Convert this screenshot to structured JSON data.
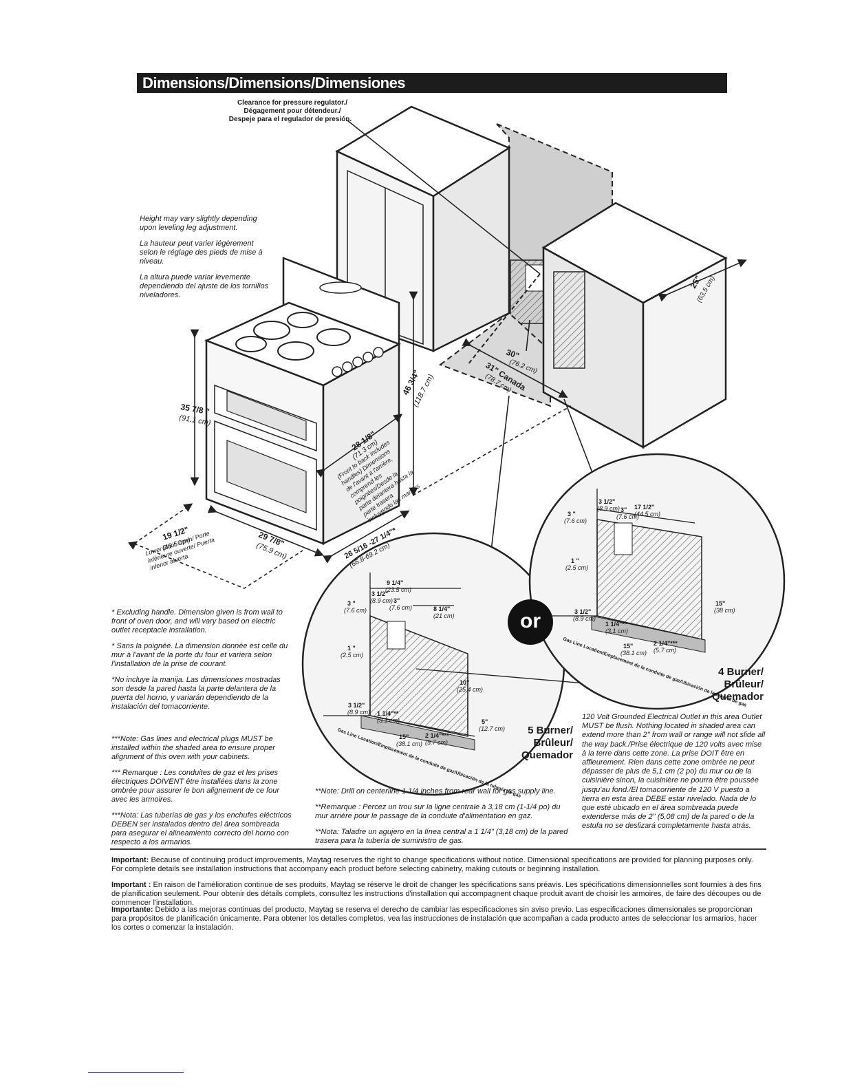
{
  "title": "Dimensions/Dimensions/Dimensiones",
  "callouts": {
    "regulator": [
      "Clearance for pressure regulator./",
      "Dégagement pour détendeur./",
      "Despeje para el regulador de presión."
    ]
  },
  "height_note": {
    "en": "Height may vary slightly depending upon leveling leg adjustment.",
    "fr": "La hauteur peut varier légèrement selon le réglage des pieds de mise à niveau.",
    "es": "La altura puede variar levemente dependiendo del ajuste de los tornillos niveladores."
  },
  "dims": {
    "height_main": "35 7/8 \"",
    "height_main_cm": "(91.1 cm)",
    "height_total": "46 3/4\"",
    "height_total_cm": "(118.7 cm)",
    "depth": "28 1/8\"",
    "depth_cm": "(71.3 cm)",
    "depth_note": "(Front to back includes handles) Dimensions de l'avant à l'arrière, comprend les poignées/Desde la parte delantera hasta la parte trasera incluyendo las manijas",
    "width": "29 7/8\"",
    "width_cm": "(75.9 cm)",
    "depth_range": "26 5/16 -27 1/4\"*",
    "depth_range_cm": "(66.8-69.2 cm)",
    "door": "19 1/2\"",
    "door_cm": "(49.5 cm)",
    "door_note": "Lower Door Open/ Porte inférieure ouverte/ Puerta inferior abierta",
    "cutout_30": "30\"",
    "cutout_30_cm": "(76.2 cm)",
    "cutout_31": "31\" Canada",
    "cutout_31_cm": "(78.7 cm)",
    "cab_25": "25\"",
    "cab_25_cm": "(63.5 cm)"
  },
  "five_burner": {
    "label": [
      "5 Burner/",
      "Brûleur/",
      "Quemador"
    ],
    "d_9_1_4": "9 1/4\"",
    "d_9_1_4_cm": "(23.5 cm)",
    "d_3_1_2": "3 1/2\"",
    "d_3_1_2_cm": "(8.9 cm)",
    "d_3": "3\"",
    "d_3_cm": "(7.6 cm)",
    "d_3v": "3 \"",
    "d_3v_cm": "(7.6 cm)",
    "d_8_1_4": "8 1/4\"",
    "d_8_1_4_cm": "(21 cm)",
    "d_1": "1 \"",
    "d_1_cm": "(2.5 cm)",
    "d_10": "10\"",
    "d_10_cm": "(25.4 cm)",
    "d_5": "5\"",
    "d_5_cm": "(12.7 cm)",
    "d_bl_3_1_2": "3 1/2\"",
    "d_bl_3_1_2_cm": "(8.9 cm)",
    "d_1_1_4": "1 1/4\"**",
    "d_1_1_4_cm": "(3.1 cm)",
    "d_15": "15\"",
    "d_15_cm": "(38.1 cm)",
    "d_2_1_4": "2 1/4\"***",
    "d_2_1_4_cm": "(5.7 cm)",
    "gas_line": "Gas Line Location/Emplacement de la conduite de gaz/Ubicación de la tubería de gas"
  },
  "four_burner": {
    "label": [
      "4 Burner/",
      "Brûleur/",
      "Quemador"
    ],
    "d_3_1_2": "3 1/2\"",
    "d_3_1_2_cm": "(8.9 cm)",
    "d_3": "3\"",
    "d_3_cm": "(7.6 cm)",
    "d_17_1_2": "17 1/2\"",
    "d_17_1_2_cm": "(44.5 cm)",
    "d_3v": "3 \"",
    "d_3v_cm": "(7.6 cm)",
    "d_1": "1 \"",
    "d_1_cm": "(2.5 cm)",
    "d_15v": "15\"",
    "d_15v_cm": "(38 cm)",
    "d_bl_3_1_2": "3 1/2\"",
    "d_bl_3_1_2_cm": "(8.9 cm)",
    "d_1_1_4": "1 1/4\"**",
    "d_1_1_4_cm": "(3.1 cm)",
    "d_15": "15\"",
    "d_15_cm": "(38.1 cm)",
    "d_2_1_4": "2 1/4\"***",
    "d_2_1_4_cm": "(5.7 cm)",
    "gas_line": "Gas Line Location/Emplacement de la conduite de gaz/Ubicación de la tubería de gas"
  },
  "or_label": "or",
  "notes_left": {
    "n1_en": "* Excluding handle. Dimension given is from wall to front of oven door, and will vary based on electric outlet receptacle installation.",
    "n1_fr": "* Sans la poignée. La dimension donnée est celle du mur à l'avant de la porte du four et variera selon l'installation de la prise de courant.",
    "n1_es": "*No incluye la manija. Las dimensiones mostradas son desde la pared hasta la parte delantera de la puerta del horno, y variarán dependiendo de la instalación del tomacorriente.",
    "n3_en": "***Note: Gas lines and electrical plugs MUST be installed within the shaded area to ensure proper alignment of this oven with your cabinets.",
    "n3_fr": "*** Remarque : Les conduites de gaz et les prises électriques DOIVENT être installées dans la zone ombrée pour assurer le bon alignement de ce four avec les armoires.",
    "n3_es": "***Nota: Las tuberías de gas y los enchufes eléctricos DEBEN ser instalados dentro del área sombreada para asegurar el alineamiento correcto del horno con respecto a los armarios."
  },
  "notes_mid": {
    "en": "**Note: Drill on centerline 1 1/4 inches from rear wall for  gas supply line.",
    "fr": "**Remarque : Percez un trou sur la ligne centrale à 3,18 cm (1-1/4 po) du mur arrière pour le passage de la conduite d'alimentation en gaz.",
    "es": "**Nota: Taladre un agujero en la línea central a 1 1/4\" (3,18 cm) de la pared trasera para la tubería de suministro de gas."
  },
  "outlet_note": "120 Volt Grounded Electrical Outlet in this area Outlet MUST be flush. Nothing located in shaded area can extend more than 2\" from wall or range will not slide all the way back./Prise électrique de 120 volts avec mise à la terre dans cette zone. La prise DOIT être en affleurement. Rien dans cette zone ombrée ne peut dépasser de plus de 5,1 cm (2 po) du mur ou de la cuisinière sinon, la cuisinière ne pourra être poussée jusqu'au fond./El tomacorriente de 120 V puesto a tierra en esta área DEBE estar nivelado. Nada de lo que esté ubicado en el área sombreada puede extenderse más de 2\" (5,08 cm) de la pared o de la estufa no se deslizará completamente hasta atrás.",
  "important": {
    "en_label": "Important:",
    "en": " Because of continuing product improvements, Maytag reserves the right to change specifications without notice.  Dimensional specifications are provided for planning purposes only.  For complete details see installation instructions that accompany each product before selecting cabinetry, making cutouts or beginning installation.",
    "fr_label": "Important :",
    "fr": " En raison de l'amélioration continue de ses produits, Maytag se réserve le droit de changer les spécifications sans préavis. Les spécifications dimensionnelles sont fournies à des fins de planification seulement. Pour obtenir des détails complets, consultez les instructions d'installation qui accompagnent chaque produit avant de choisir les armoires, de faire des découpes ou de commencer l'installation.",
    "es_label": "Importante:",
    "es": " Debido a las mejoras continuas del producto, Maytag se reserva el derecho de cambiar las especificaciones sin aviso previo.  Las especificaciones dimensionales se proporcionan para propósitos de planificación únicamente.  Para obtener los detalles completos, vea las instrucciones de instalación que acompañan a cada producto antes de seleccionar los armarios, hacer los cortes o comenzar la instalación."
  }
}
